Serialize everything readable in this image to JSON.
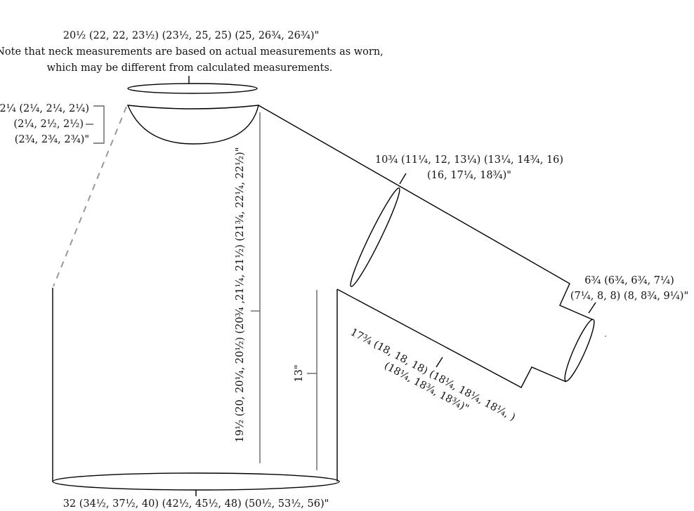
{
  "neck": {
    "measure": "20½ (22, 22, 23½) (23½, 25, 25) (25, 26¾, 26¾)\"",
    "note_line1": "Note that neck measurements are based on actual measurements as worn,",
    "note_line2": "which may be different from calculated measurements."
  },
  "neck_depth": {
    "line1": "2¼ (2¼, 2¼, 2¼)",
    "line2": "(2¼, 2½, 2½)",
    "line3": "(2¾, 2¾, 2¾)\""
  },
  "upper_arm": {
    "line1": "10¾ (11¼, 12, 13¼) (13¼, 14¾, 16)",
    "line2": "(16, 17¼, 18¾)\""
  },
  "cuff": {
    "line1": "6¾ (6¾, 6¾, 7¼)",
    "line2": "(7¼, 8, 8) (8, 8¾, 9¼)\""
  },
  "sleeve_length": {
    "line1": "17¾ (18, 18, 18) (18¼, 18¼, 18¼, )",
    "line2": "(18¼, 18¾, 18¾)\""
  },
  "body_length": "19½ (20, 20¼, 20½) (20¾ ,21¼, 21½) (21¾, 22¼, 22½)\"",
  "underarm_length": "13\"",
  "hem": "32 (34½, 37½, 40) (42½, 45½, 48) (50½, 53½, 56)\""
}
